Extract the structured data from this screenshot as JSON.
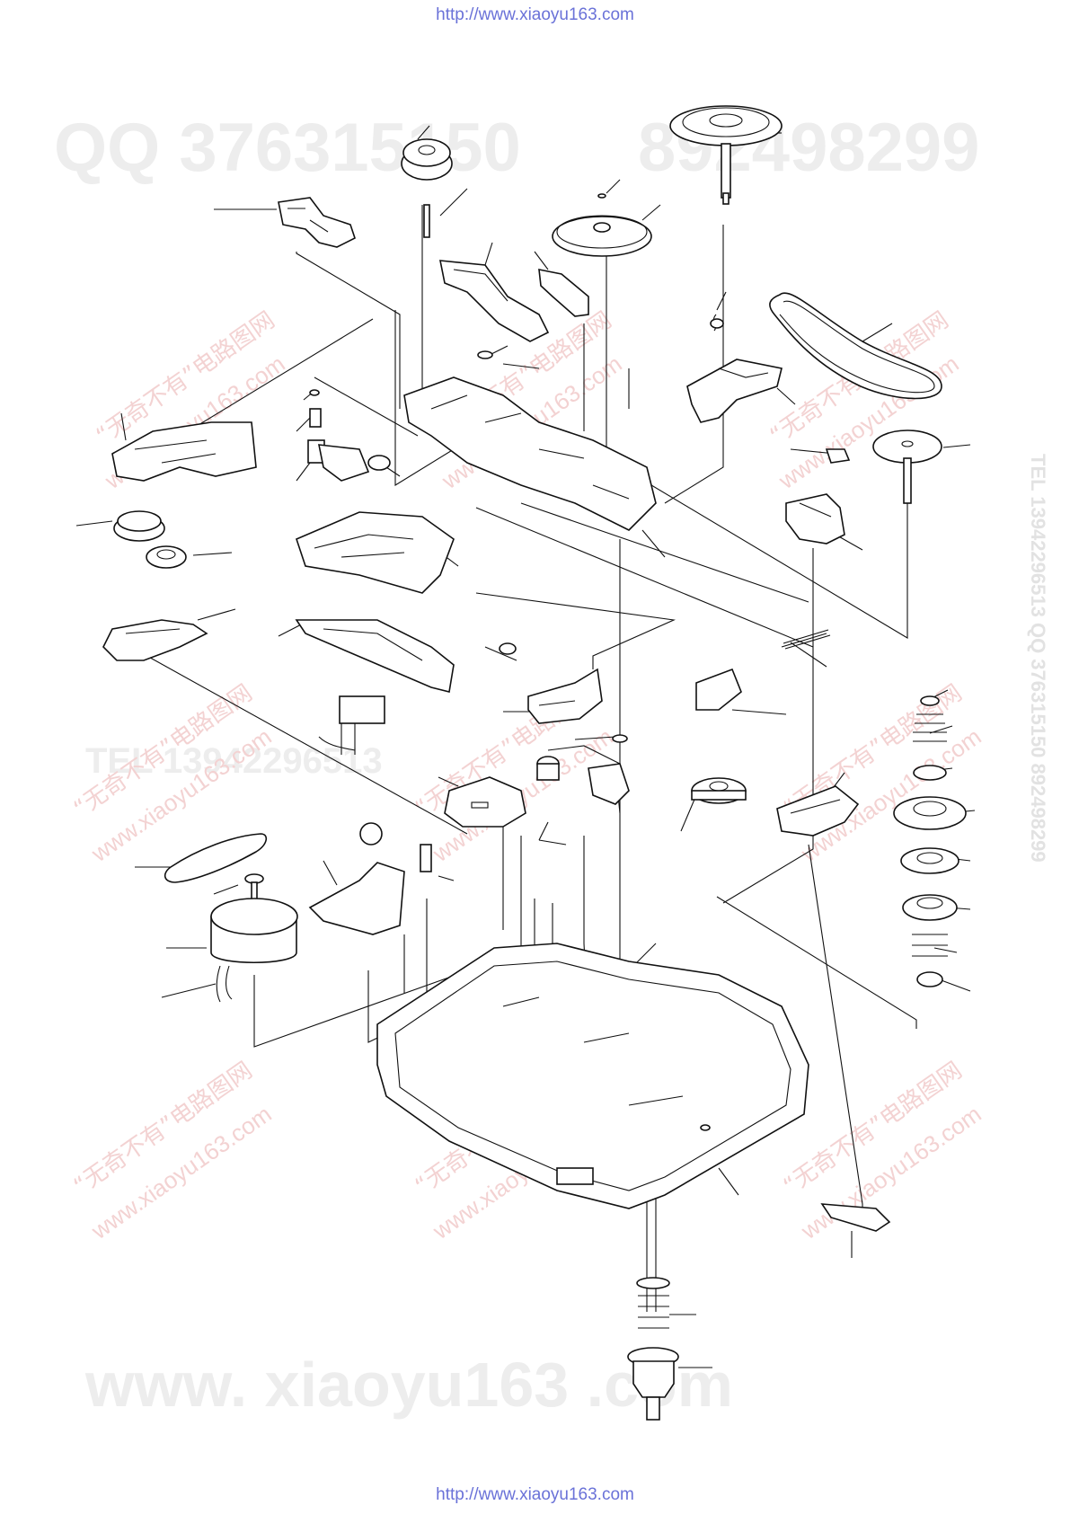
{
  "urls": {
    "top": "http://www.xiaoyu163.com",
    "bottom": "http://www.xiaoyu163.com"
  },
  "watermarks": {
    "qq": "QQ 376315150",
    "phone": "892498299",
    "tel": "TEL 13942296513",
    "site": "www. xiaoyu163 .com",
    "cn": "“无奇不有”电路图网",
    "site_small": "www.xiaoyu163.com",
    "side": "TEL 13942296513  QQ 376315150  892498299"
  },
  "colors": {
    "line": "#111111",
    "url_text": "#6a72d8",
    "watermark_gray": "#ededed",
    "watermark_red": "#f3d2d2"
  }
}
